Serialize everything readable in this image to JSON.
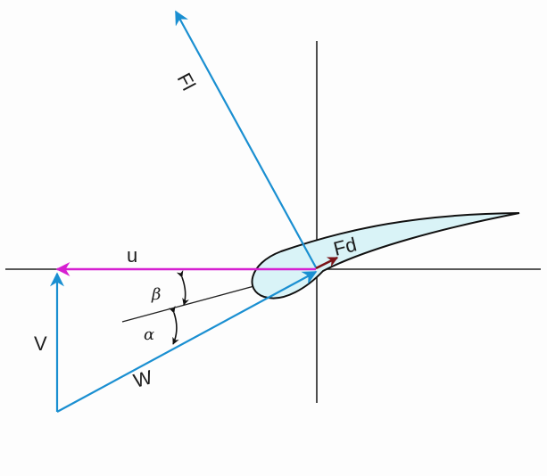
{
  "labels": {
    "lift": "Fl",
    "drag": "Fd",
    "blade_speed": "u",
    "absolute_velocity": "V",
    "relative_velocity": "W",
    "beta": "β",
    "alpha": "α"
  },
  "colors": {
    "lift_vector": "#1a8fd1",
    "blade_speed_vector": "#d61fd1",
    "absolute_velocity_vector": "#1a8fd1",
    "relative_velocity_vector": "#1a8fd1",
    "drag_vector": "#7a1418",
    "airfoil_fill": "#d9f3f7",
    "airfoil_outline": "#111111",
    "axes": "#222222"
  }
}
